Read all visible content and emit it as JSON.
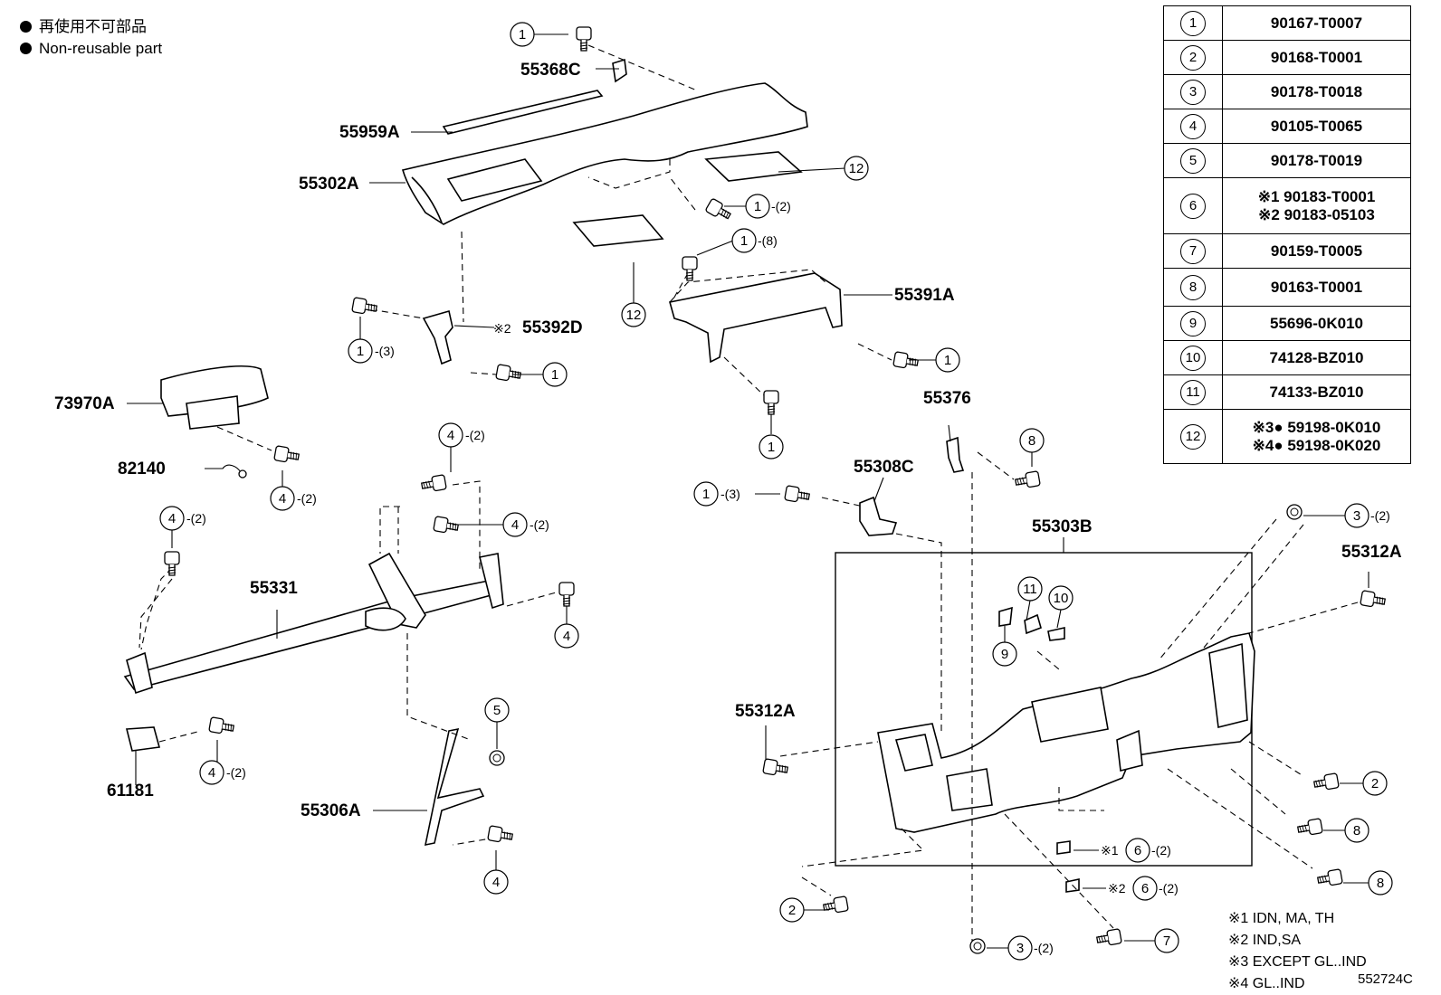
{
  "legend": {
    "line1": "再使用不可部品",
    "line2": "Non-reusable part"
  },
  "labels": {
    "p55368C": "55368C",
    "p55959A": "55959A",
    "p55302A": "55302A",
    "p55392D": "55392D",
    "p55391A": "55391A",
    "p73970A": "73970A",
    "p82140": "82140",
    "p55376": "55376",
    "p55308C": "55308C",
    "p55303B": "55303B",
    "p55312A_right": "55312A",
    "p55312A_left": "55312A",
    "p55331": "55331",
    "p61181": "61181",
    "p55306A": "55306A"
  },
  "quantities": {
    "q2": "-(2)",
    "q3": "-(3)",
    "q8": "-(8)"
  },
  "note_marks": {
    "m1": "※1",
    "m2": "※2"
  },
  "callouts": [
    {
      "num": "1"
    },
    {
      "num": "2"
    },
    {
      "num": "3"
    },
    {
      "num": "4"
    },
    {
      "num": "5"
    },
    {
      "num": "6"
    },
    {
      "num": "7"
    },
    {
      "num": "8"
    },
    {
      "num": "9"
    },
    {
      "num": "10"
    },
    {
      "num": "11"
    },
    {
      "num": "12"
    }
  ],
  "table": [
    {
      "num": "1",
      "line1": "90167-T0007",
      "line2": ""
    },
    {
      "num": "2",
      "line1": "90168-T0001",
      "line2": ""
    },
    {
      "num": "3",
      "line1": "90178-T0018",
      "line2": ""
    },
    {
      "num": "4",
      "line1": "90105-T0065",
      "line2": ""
    },
    {
      "num": "5",
      "line1": "90178-T0019",
      "line2": ""
    },
    {
      "num": "6",
      "line1": "※1 90183-T0001",
      "line2": "※2 90183-05103"
    },
    {
      "num": "7",
      "line1": "90159-T0005",
      "line2": ""
    },
    {
      "num": "8",
      "line1": "90163-T0001",
      "line2": ""
    },
    {
      "num": "9",
      "line1": "55696-0K010",
      "line2": ""
    },
    {
      "num": "10",
      "line1": "74128-BZ010",
      "line2": ""
    },
    {
      "num": "11",
      "line1": "74133-BZ010",
      "line2": ""
    },
    {
      "num": "12",
      "line1": "※3● 59198-0K010",
      "line2": "※4● 59198-0K020"
    }
  ],
  "notes": [
    "※1  IDN, MA, TH",
    "※2  IND,SA",
    "※3  EXCEPT GL..IND",
    "※4  GL..IND"
  ],
  "reference_code": "552724C"
}
